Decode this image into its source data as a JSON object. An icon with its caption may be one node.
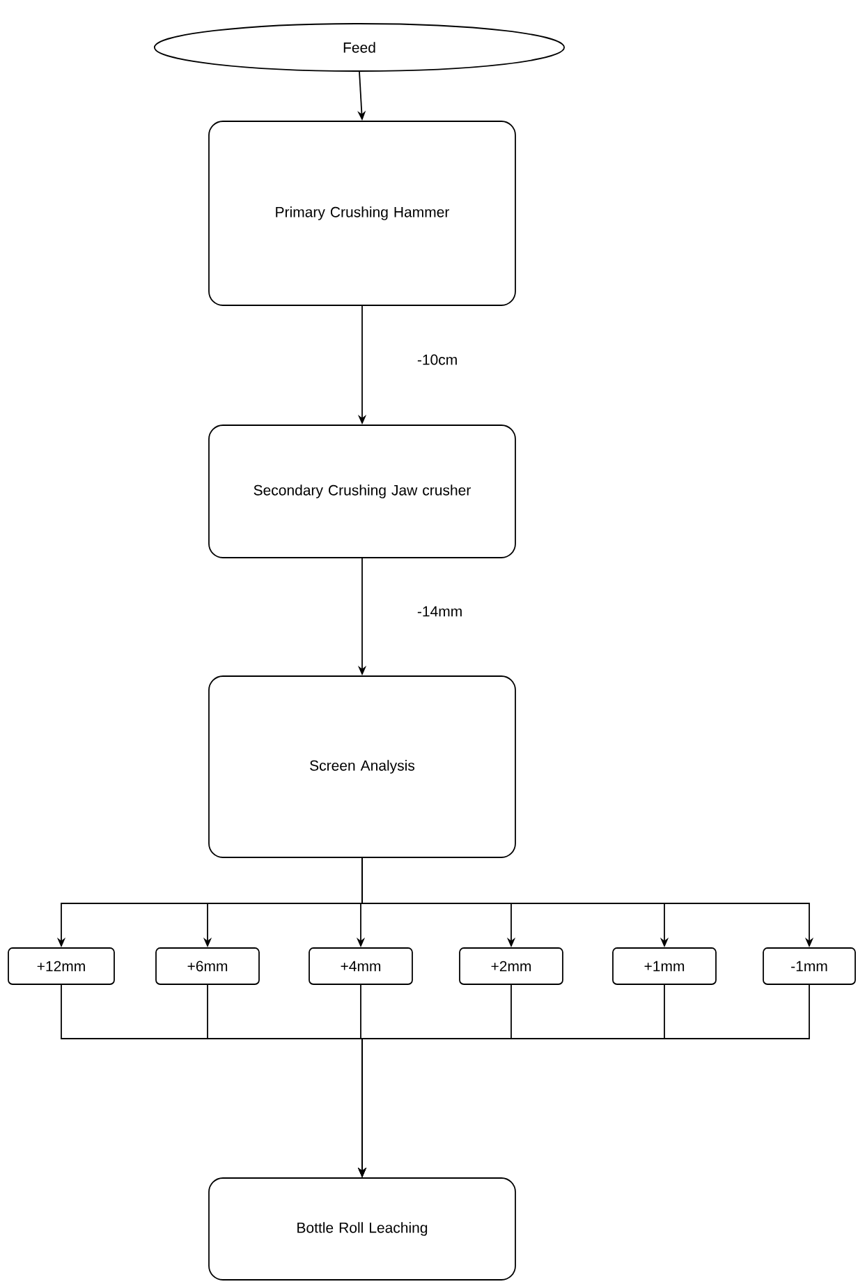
{
  "diagram": {
    "nodes": [
      {
        "text": [
          "Feed"
        ]
      },
      {
        "text": [
          "Primary Crushing Hammer"
        ]
      },
      {
        "text": [
          "Secondary Crushing Jaw crusher"
        ]
      },
      {
        "text": [
          "Screen Analysis"
        ]
      },
      {
        "text": [
          "+12mm"
        ]
      },
      {
        "text": [
          "+6mm"
        ]
      },
      {
        "text": [
          "+4mm"
        ]
      },
      {
        "text": [
          "+2mm"
        ]
      },
      {
        "text": [
          "+1mm"
        ]
      },
      {
        "text": [
          "-1mm"
        ]
      },
      {
        "text": [
          "Bottle Roll Leaching"
        ]
      }
    ],
    "edges": [
      {
        "from": 0,
        "to": 1,
        "arrow": "to"
      },
      {
        "from": 1,
        "to": 2,
        "arrow": "to",
        "label": "-10cm"
      },
      {
        "from": 2,
        "to": 3,
        "arrow": "to",
        "label": "-14mm"
      },
      {
        "from": 3,
        "to": 4,
        "arrow": "to"
      },
      {
        "from": 3,
        "to": 5,
        "arrow": "to"
      },
      {
        "from": 3,
        "to": 6,
        "arrow": "to"
      },
      {
        "from": 3,
        "to": 7,
        "arrow": "to"
      },
      {
        "from": 3,
        "to": 8,
        "arrow": "to"
      },
      {
        "from": 3,
        "to": 9,
        "arrow": "to"
      },
      {
        "from": 4,
        "to": 10,
        "arrow": "to"
      },
      {
        "from": 5,
        "to": 10,
        "arrow": "to"
      },
      {
        "from": 6,
        "to": 10,
        "arrow": "to"
      },
      {
        "from": 7,
        "to": 10,
        "arrow": "to"
      },
      {
        "from": 8,
        "to": 10,
        "arrow": "to"
      },
      {
        "from": 9,
        "to": 10,
        "arrow": "to"
      }
    ]
  }
}
